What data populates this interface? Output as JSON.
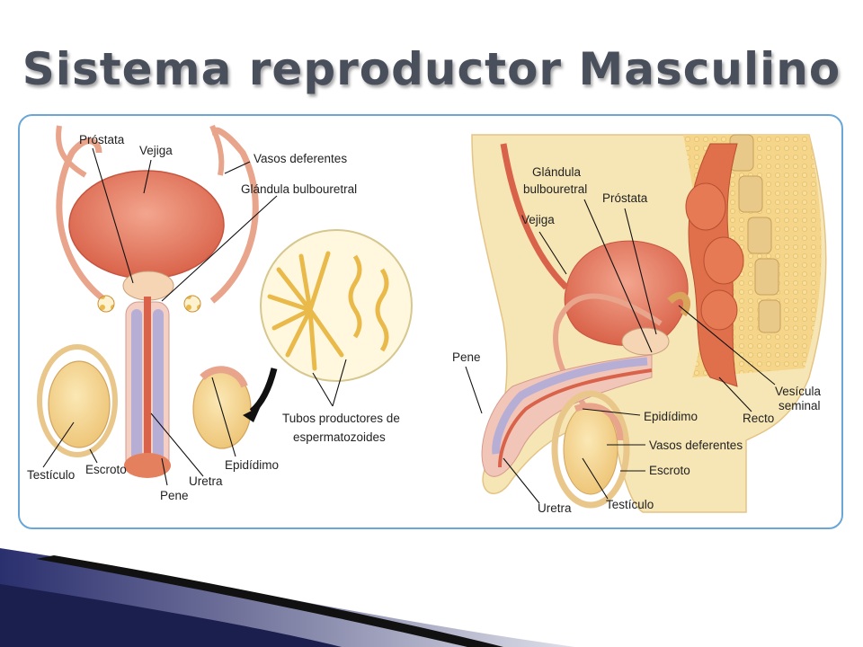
{
  "title": "Sistema reproductor Masculino",
  "colors": {
    "frame_border": "#6aa6d8",
    "tissue_red": "#d9634a",
    "tissue_yellow": "#f4d58a",
    "skin": "#f7e6b5",
    "band_dark": "#1b1f4d"
  },
  "front_view": {
    "labels": {
      "prostata": "Próstata",
      "vejiga": "Vejiga",
      "vasos": "Vasos deferentes",
      "glandula": "Glándula bulbouretral",
      "tubos_line1": "Tubos productores de",
      "tubos_line2": "espermatozoides",
      "testiculo": "Testículo",
      "escroto": "Escroto",
      "pene": "Pene",
      "uretra": "Uretra",
      "epididimo": "Epidídimo"
    }
  },
  "side_view": {
    "labels": {
      "glandula_line1": "Glándula",
      "glandula_line2": "bulbouretral",
      "prostata": "Próstata",
      "vejiga": "Vejiga",
      "pene": "Pene",
      "vesicula_line1": "Vesícula",
      "vesicula_line2": "seminal",
      "recto": "Recto",
      "epididimo": "Epidídimo",
      "vasos": "Vasos deferentes",
      "escroto": "Escroto",
      "testiculo": "Testículo",
      "uretra": "Uretra"
    }
  }
}
